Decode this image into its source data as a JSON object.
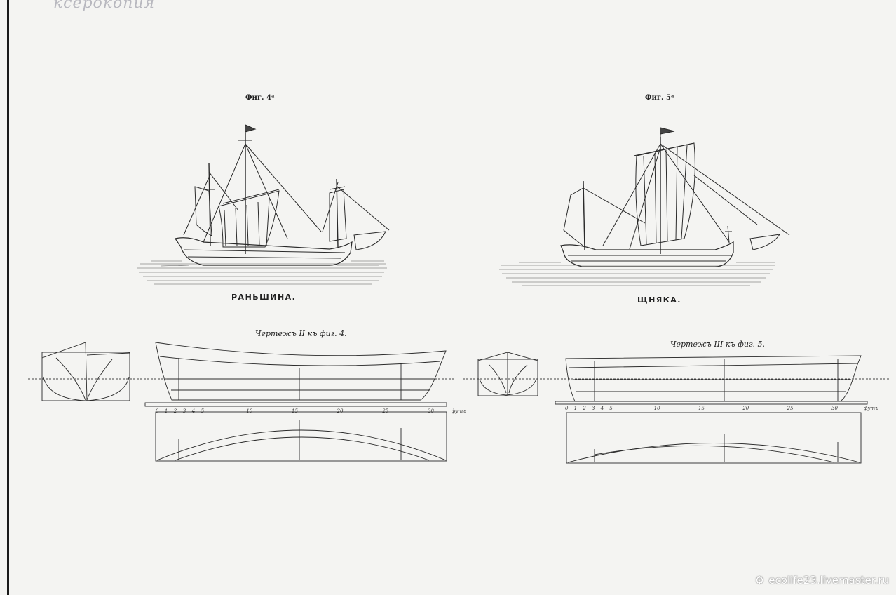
{
  "handwritten_stamp": "ксерокопия",
  "figures": [
    {
      "fig_label": "Фиг. 4ᵃ",
      "vessel_name": "РАНЬШИНА.",
      "drawing_caption": "Чертежъ II къ фиг. 4."
    },
    {
      "fig_label": "Фиг. 5ᵃ",
      "vessel_name": "ЩНЯКА.",
      "drawing_caption": "Чертежъ III къ фиг. 5."
    }
  ],
  "scale_left": {
    "ticks": [
      "0",
      "1",
      "2",
      "3",
      "4",
      "5",
      "10",
      "15",
      "20",
      "25",
      "30"
    ],
    "unit": "футъ"
  },
  "scale_right": {
    "ticks": [
      "0",
      "1",
      "2",
      "3",
      "4",
      "5",
      "10",
      "15",
      "20",
      "25",
      "30"
    ],
    "unit": "футъ"
  },
  "watermark": {
    "icon": "gear-icon",
    "text": "ecolife23.livemaster.ru"
  },
  "colors": {
    "paper": "#f4f4f2",
    "ink": "#222222",
    "stamp": "#b8b8bf"
  }
}
